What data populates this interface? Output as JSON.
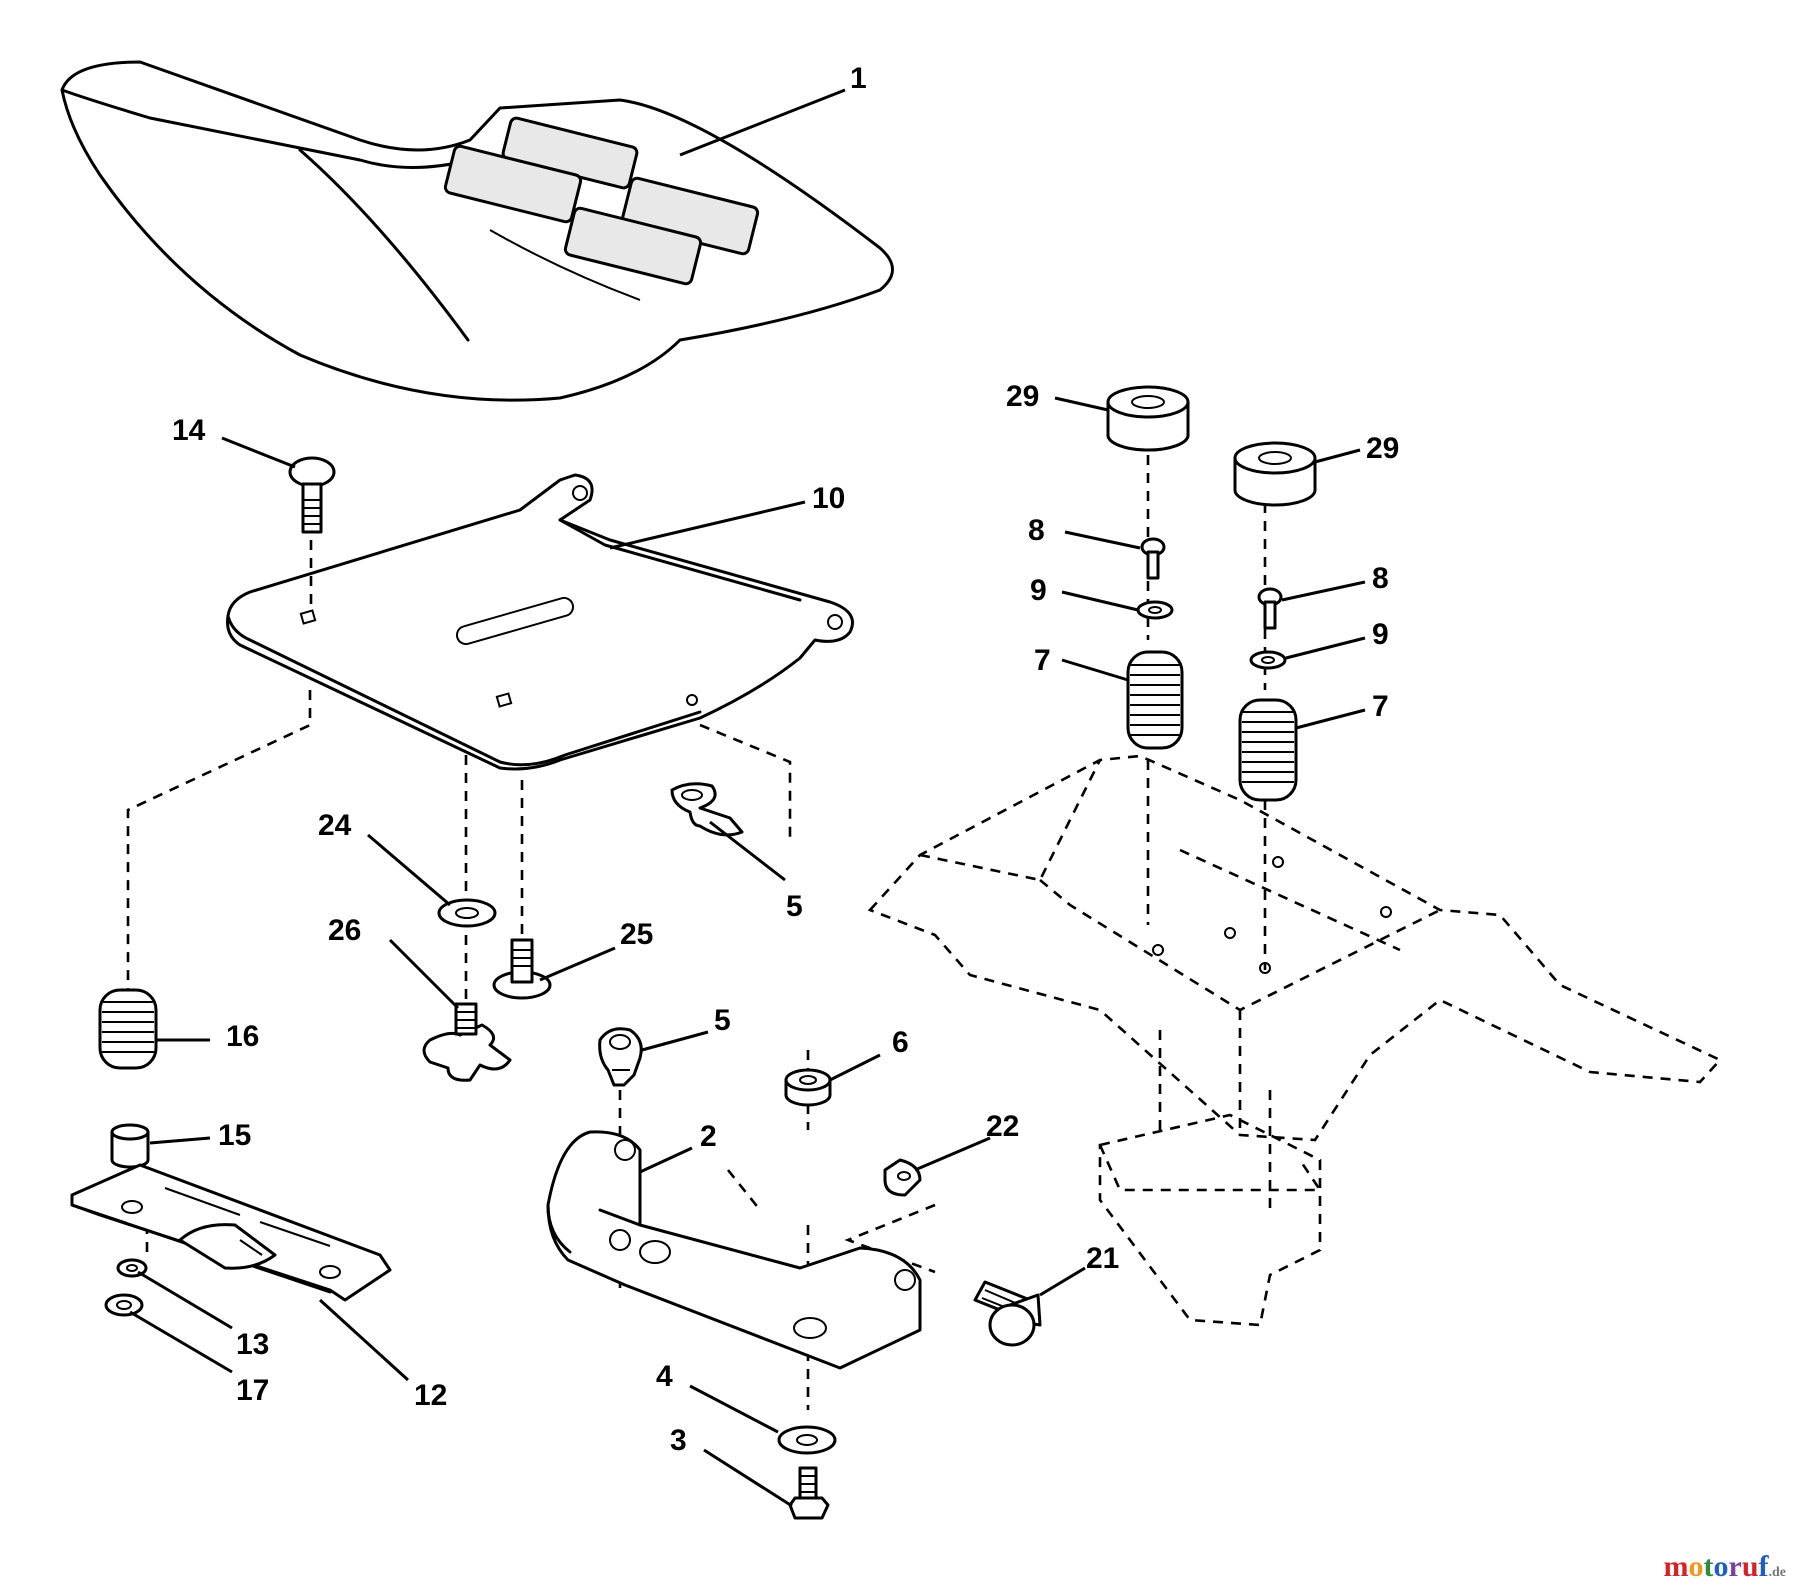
{
  "diagram": {
    "callouts": [
      {
        "id": "c1",
        "label": "1"
      },
      {
        "id": "c10",
        "label": "10"
      },
      {
        "id": "c14",
        "label": "14"
      },
      {
        "id": "c24",
        "label": "24"
      },
      {
        "id": "c26",
        "label": "26"
      },
      {
        "id": "c25",
        "label": "25"
      },
      {
        "id": "c5a",
        "label": "5"
      },
      {
        "id": "c5b",
        "label": "5"
      },
      {
        "id": "c16",
        "label": "16"
      },
      {
        "id": "c15",
        "label": "15"
      },
      {
        "id": "c13",
        "label": "13"
      },
      {
        "id": "c17",
        "label": "17"
      },
      {
        "id": "c12",
        "label": "12"
      },
      {
        "id": "c2",
        "label": "2"
      },
      {
        "id": "c6",
        "label": "6"
      },
      {
        "id": "c22",
        "label": "22"
      },
      {
        "id": "c21",
        "label": "21"
      },
      {
        "id": "c4",
        "label": "4"
      },
      {
        "id": "c3",
        "label": "3"
      },
      {
        "id": "c29a",
        "label": "29"
      },
      {
        "id": "c29b",
        "label": "29"
      },
      {
        "id": "c8a",
        "label": "8"
      },
      {
        "id": "c8b",
        "label": "8"
      },
      {
        "id": "c9a",
        "label": "9"
      },
      {
        "id": "c9b",
        "label": "9"
      },
      {
        "id": "c7a",
        "label": "7"
      },
      {
        "id": "c7b",
        "label": "7"
      }
    ]
  },
  "watermark": {
    "letters": [
      "m",
      "o",
      "t",
      "o",
      "r",
      "u",
      "f"
    ],
    "colors": [
      "#d2232a",
      "#f7941d",
      "#2e8b3a",
      "#1f5fbf",
      "#7a3fa0",
      "#d2232a",
      "#1f5fbf"
    ],
    "suffix": ".de"
  }
}
